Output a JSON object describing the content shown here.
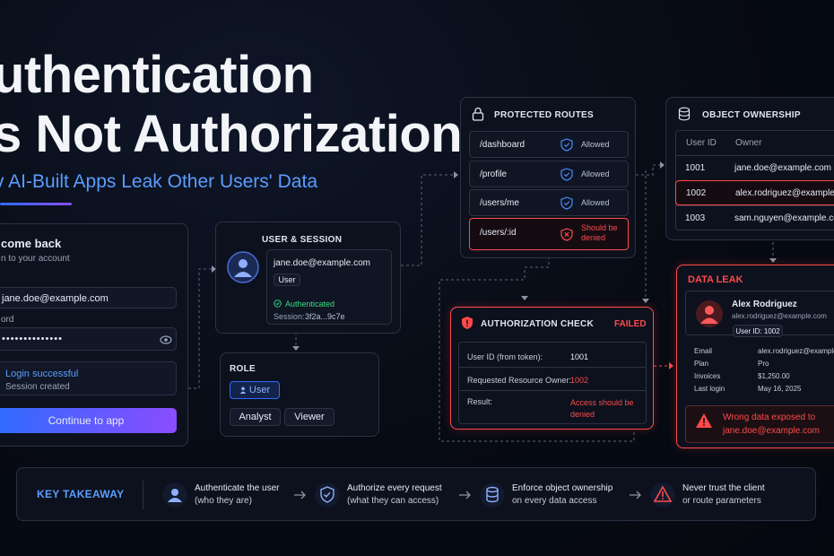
{
  "title": {
    "line1": "uthentication",
    "line2": "s Not Authorization",
    "subtitle": "v AI-Built Apps Leak Other Users' Data"
  },
  "login": {
    "title": "come back",
    "subtitle": "n to your account",
    "email_value": "jane.doe@example.com",
    "password_label": "ord",
    "password_mask": "••••••••••••••",
    "success_title": "Login successful",
    "success_sub": "Session created",
    "button": "Continue to app"
  },
  "session": {
    "header": "USER & SESSION",
    "email": "jane.doe@example.com",
    "role_chip": "User",
    "status": "Authenticated",
    "session_label": "Session:",
    "session_id": "3f2a...9c7e"
  },
  "role": {
    "header": "ROLE",
    "options": [
      "User",
      "Analyst",
      "Viewer"
    ],
    "selected": "User"
  },
  "routes": {
    "header": "PROTECTED ROUTES",
    "items": [
      {
        "path": "/dashboard",
        "status": "Allowed"
      },
      {
        "path": "/profile",
        "status": "Allowed"
      },
      {
        "path": "/users/me",
        "status": "Allowed"
      },
      {
        "path": "/users/:id",
        "status": "Should be denied"
      }
    ]
  },
  "ownership": {
    "header": "OBJECT OWNERSHIP",
    "col_user_id": "User ID",
    "col_owner": "Owner",
    "rows": [
      {
        "id": "1001",
        "owner": "jane.doe@example.com"
      },
      {
        "id": "1002",
        "owner": "alex.rodriguez@example.com"
      },
      {
        "id": "1003",
        "owner": "sam.nguyen@example.com"
      }
    ]
  },
  "authz": {
    "header": "AUTHORIZATION CHECK",
    "status": "FAILED",
    "user_id_label": "User ID (from token):",
    "user_id": "1001",
    "owner_label": "Requested Resource Owner:",
    "owner": "1002",
    "result_label": "Result:",
    "result": "Access should be denied"
  },
  "leak": {
    "header": "DATA LEAK",
    "name": "Alex Rodriguez",
    "email": "alex.rodriguez@example.com",
    "user_id": "User ID: 1002",
    "fields": [
      {
        "label": "Email",
        "value": "alex.rodriguez@example.com"
      },
      {
        "label": "Plan",
        "value": "Pro"
      },
      {
        "label": "Invoices",
        "value": "$1,250.00"
      },
      {
        "label": "Last login",
        "value": "May 16, 2025"
      }
    ],
    "warning_line1": "Wrong data exposed to",
    "warning_line2": "jane.doe@example.com"
  },
  "takeaway": {
    "label": "KEY TAKEAWAY",
    "items": [
      {
        "icon": "user-icon",
        "line1": "Authenticate the user",
        "line2": "(who they are)"
      },
      {
        "icon": "shield-icon",
        "line1": "Authorize every request",
        "line2": "(what they can access)"
      },
      {
        "icon": "database-icon",
        "line1": "Enforce object ownership",
        "line2": "on every data access"
      },
      {
        "icon": "warning-icon",
        "line1": "Never trust the client",
        "line2": "or route parameters"
      }
    ]
  },
  "colors": {
    "accent_blue": "#2f6bff",
    "danger": "#ff4a4a",
    "success": "#3ddc84",
    "purple": "#8a4dff"
  }
}
